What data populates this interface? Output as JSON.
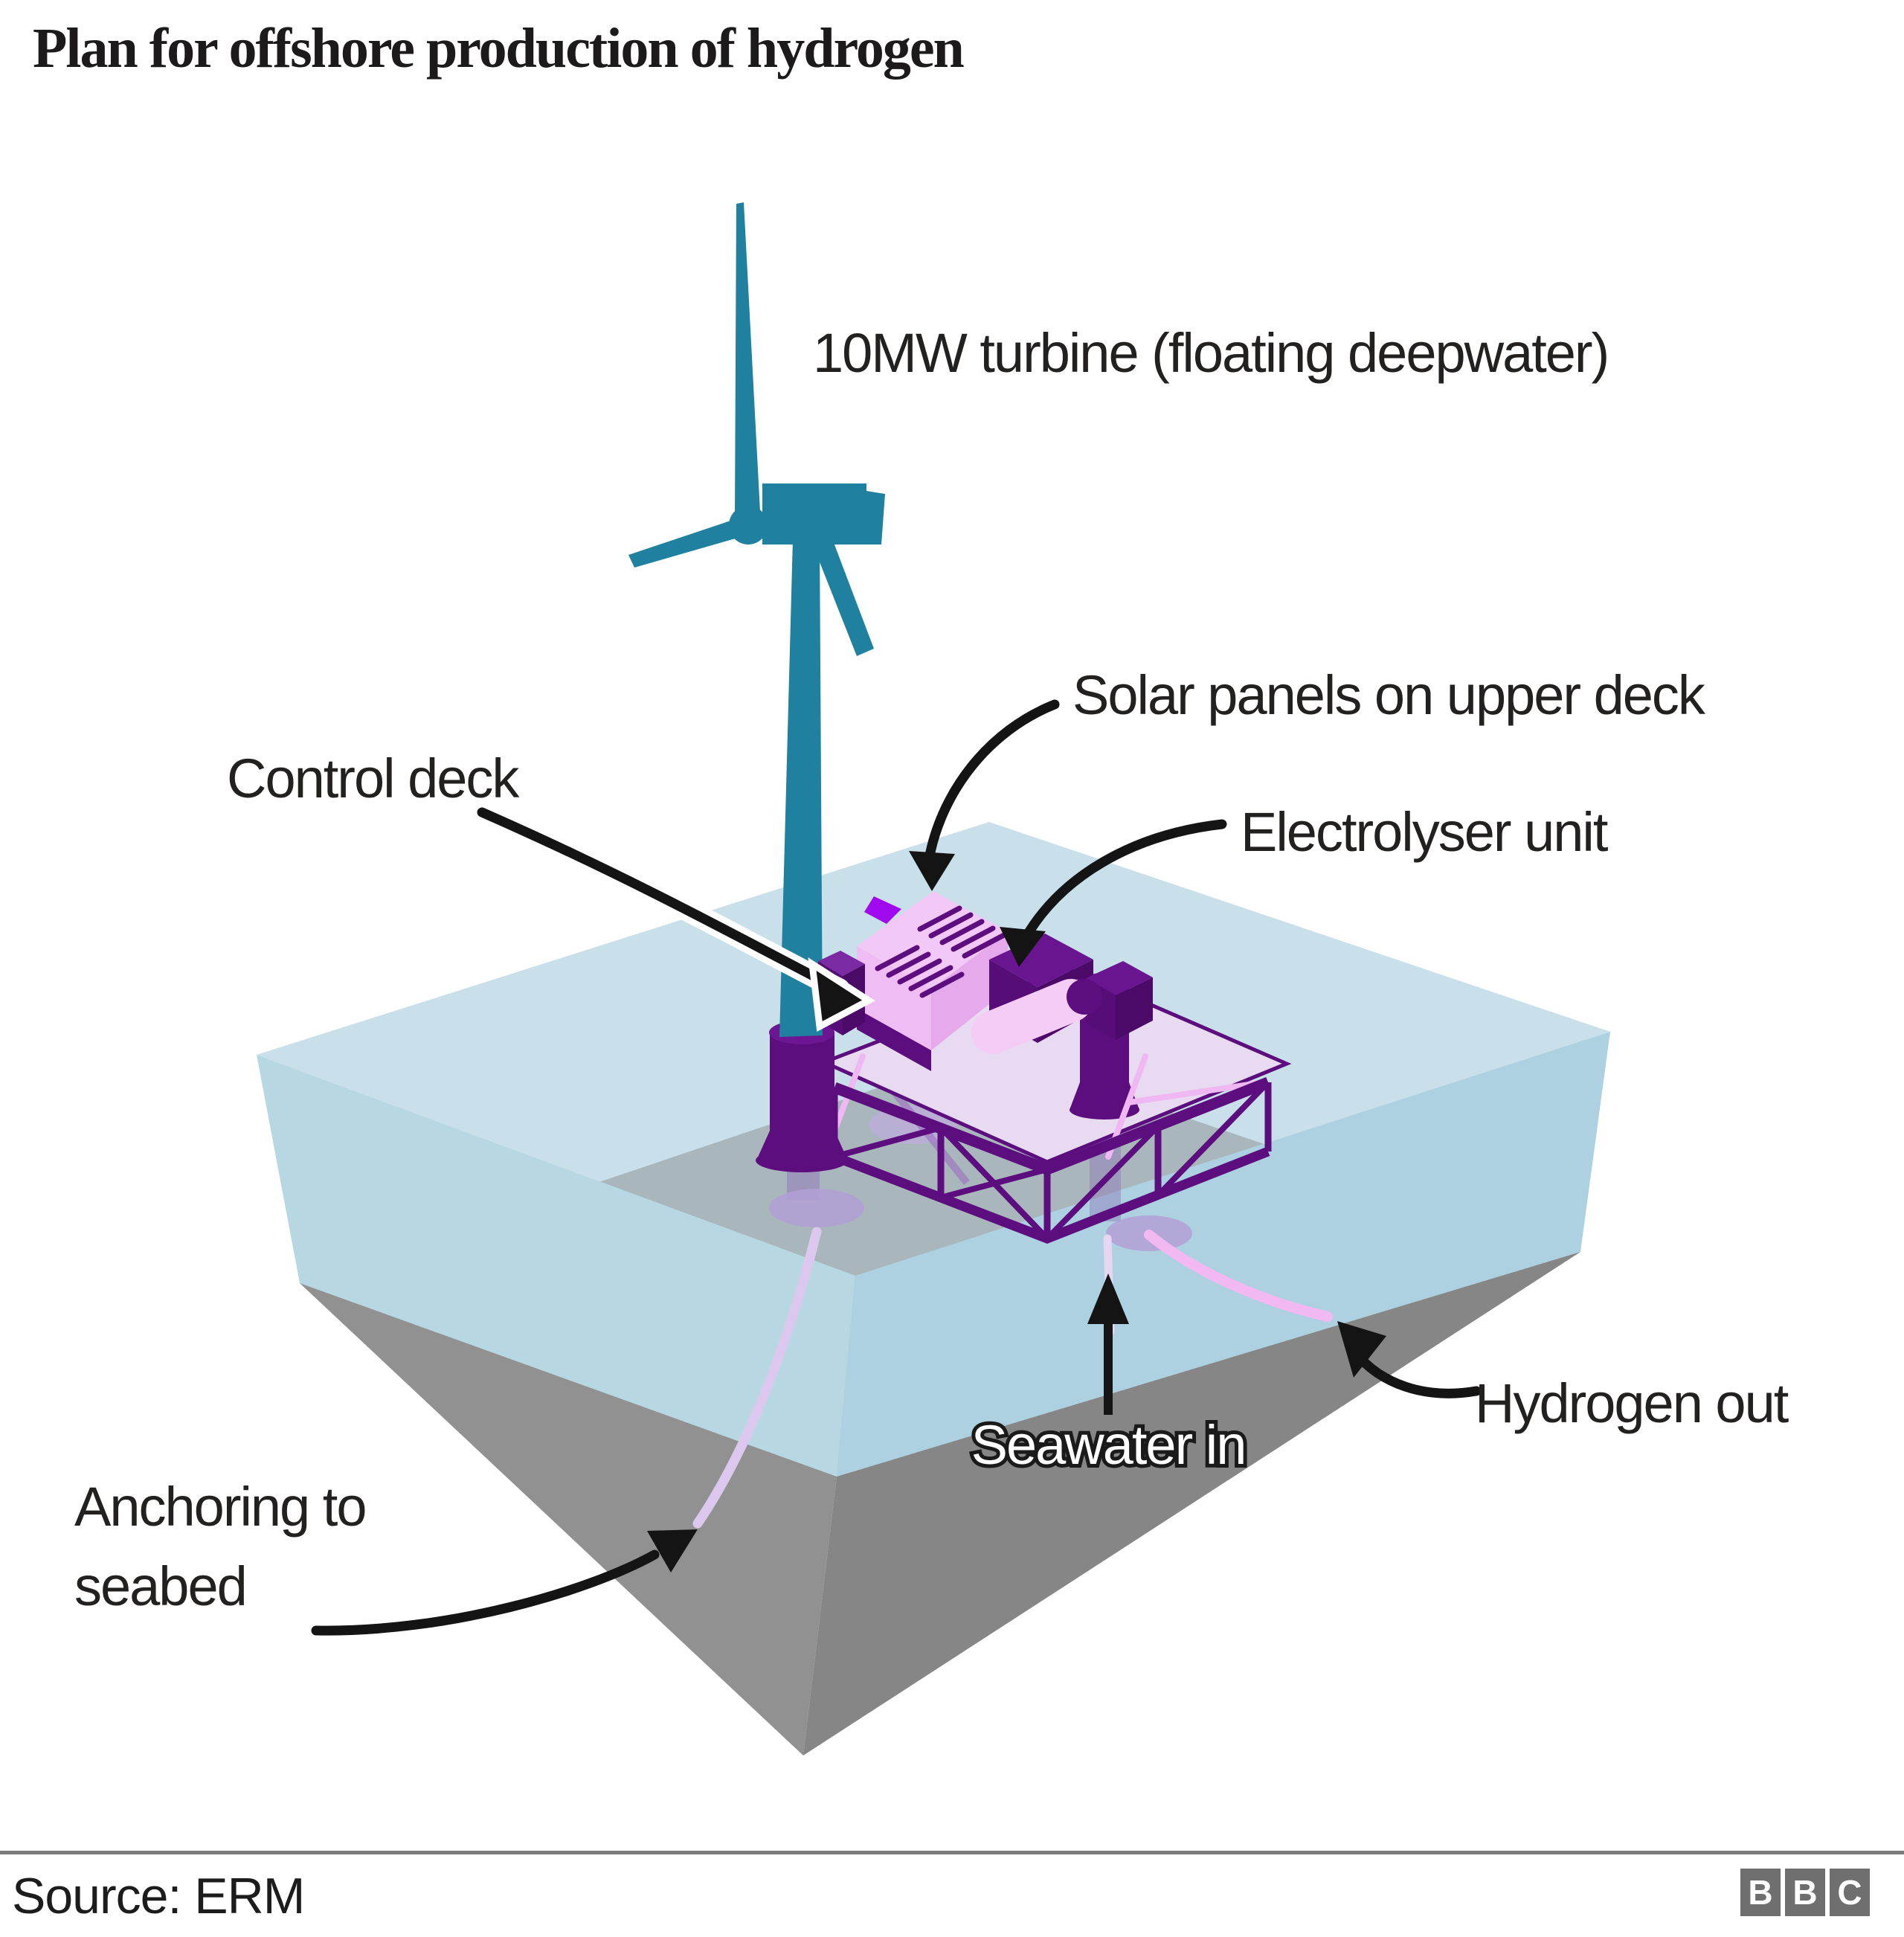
{
  "title": "Plan for offshore production of hydrogen",
  "labels": {
    "turbine": "10MW turbine (floating deepwater)",
    "solar_panels": "Solar panels on upper deck",
    "electrolyser": "Electrolyser unit",
    "control_deck": "Control deck",
    "hydrogen_out": "Hydrogen out",
    "seawater_in": "Seawater in",
    "anchoring": "Anchoring to\nseabed"
  },
  "footer": {
    "source": "Source: ERM"
  },
  "logo": {
    "letters": [
      "B",
      "B",
      "C"
    ]
  },
  "colors": {
    "turbine_teal": "#20809F",
    "water_top": "#C9DFE9",
    "water_left_face": "#B7D8E3",
    "water_right_face": "#ADD1E0",
    "seabed_through_water": "#A9B7BC",
    "seabed_left_face": "#919191",
    "seabed_right_face": "#868686",
    "platform_purple_dark": "#5C0D7E",
    "platform_pink_light": "#F2C8F6",
    "accent_violet": "#A008F0",
    "cable_pink": "#F2B8F2",
    "cable_lavender": "#DCC8EE",
    "arrow_black": "#141414",
    "text_dark": "#222120",
    "footer_rule_gray": "#7D7D7D",
    "bbc_block_gray": "#6F6F6F"
  }
}
